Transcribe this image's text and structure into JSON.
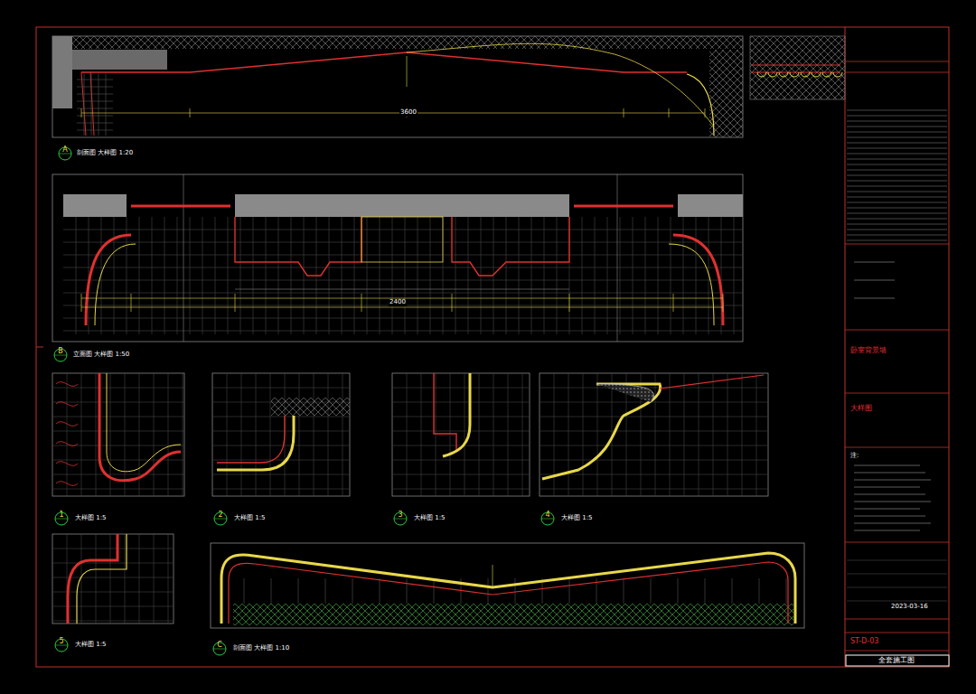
{
  "diagram": {
    "labels": [
      "A",
      "剖面图 大样图 1:20",
      "B",
      "立面图 大样图 1:50",
      "1",
      "大样图 1:5",
      "2",
      "大样图 1:5",
      "3",
      "大样图 1:5",
      "4",
      "大样图 1:5",
      "5",
      "大样图 1:5",
      "C",
      "剖面图 大样图 1:10",
      "3600",
      "2400",
      "卧室背景墙",
      "大样图",
      "2023-03-16",
      "ST-D-03",
      "全套施工图",
      "注:"
    ]
  }
}
